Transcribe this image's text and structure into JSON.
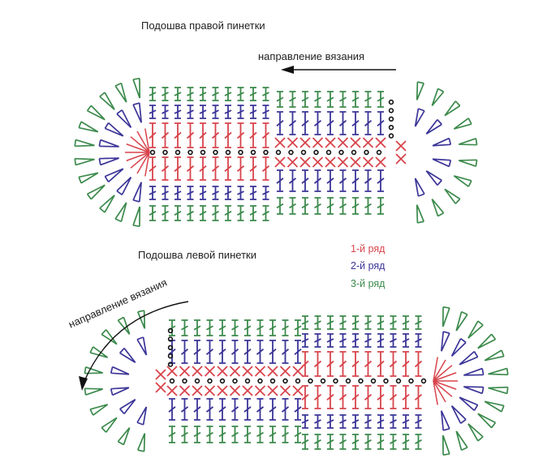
{
  "right_sole": {
    "title": "Подошва правой пинетки",
    "direction_label": "направление вязания"
  },
  "left_sole": {
    "title": "Подошва левой пинетки",
    "direction_label": "направление вязания"
  },
  "legend": [
    {
      "label": "1-й ряд",
      "color": "#d8444c"
    },
    {
      "label": "2-й ряд",
      "color": "#3b3597"
    },
    {
      "label": "3-й ряд",
      "color": "#3c8a4c"
    }
  ],
  "colors": {
    "row1": "#d8444c",
    "row2": "#3b3597",
    "row3": "#3c8a4c",
    "chain": "#111111"
  }
}
